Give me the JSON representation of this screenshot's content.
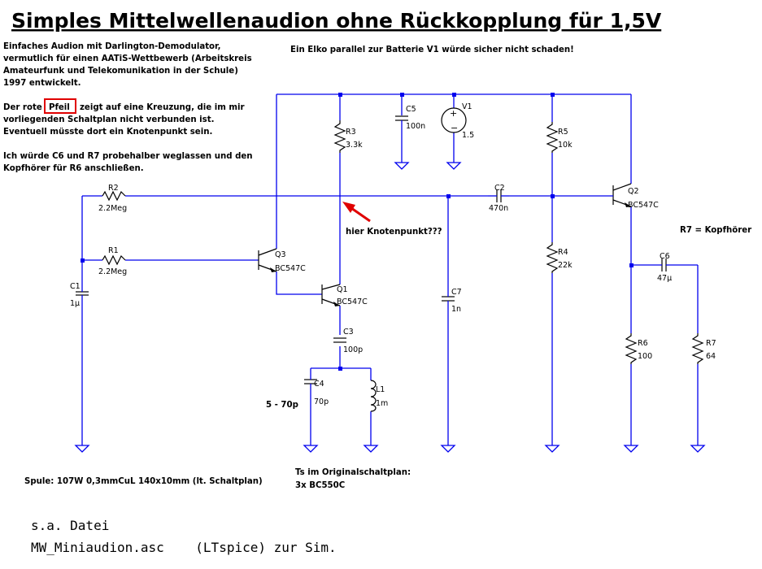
{
  "title": "Simples Mittelwellenaudion ohne Rückkopplung für 1,5V",
  "intro_lines": [
    "Einfaches Audion mit Darlington-Demodulator,",
    "vermutlich für einen AATiS-Wettbewerb (Arbeitskreis",
    "Amateurfunk und Telekomunikation in der Schule)",
    "1997 entwickelt."
  ],
  "arrow_note": {
    "before": "Der rote",
    "highlight": "Pfeil",
    "after": "zeigt auf eine Kreuzung, die im mir",
    "line2": "vorliegenden Schaltplan nicht verbunden ist.",
    "line3": "Eventuell müsste dort ein Knotenpunkt sein."
  },
  "suggestion_lines": [
    "Ich würde C6 und R7 probehalber weglassen und den",
    "Kopfhörer für R6 anschließen."
  ],
  "battery_note": "Ein Elko parallel zur Batterie V1 würde sicher nicht schaden!",
  "node_question": "hier Knotenpunkt???",
  "r7_note": "R7 = Kopfhörer",
  "cap_range_note": "5 - 70p",
  "coil_note": "Spule: 107W 0,3mmCuL 140x10mm (lt. Schaltplan)",
  "transistor_note": [
    "Ts im Originalschaltplan:",
    "3x BC550C"
  ],
  "file_note": [
    "s.a. Datei",
    "MW_Miniaudion.asc    (LTspice) zur Sim."
  ],
  "components": {
    "R2": {
      "name": "R2",
      "value": "2.2Meg"
    },
    "R1": {
      "name": "R1",
      "value": "2.2Meg"
    },
    "C1": {
      "name": "C1",
      "value": "1µ"
    },
    "Q3": {
      "name": "Q3",
      "value": "BC547C"
    },
    "R3": {
      "name": "R3",
      "value": "3.3k"
    },
    "Q1": {
      "name": "Q1",
      "value": "BC547C"
    },
    "C3": {
      "name": "C3",
      "value": "100p"
    },
    "C4": {
      "name": "C4",
      "value": "70p"
    },
    "L1": {
      "name": "L1",
      "value": "1m"
    },
    "C5": {
      "name": "C5",
      "value": "100n"
    },
    "V1": {
      "name": "V1",
      "value": "1.5"
    },
    "C7": {
      "name": "C7",
      "value": "1n"
    },
    "C2": {
      "name": "C2",
      "value": "470n"
    },
    "R5": {
      "name": "R5",
      "value": "10k"
    },
    "R4": {
      "name": "R4",
      "value": "22k"
    },
    "Q2": {
      "name": "Q2",
      "value": "BC547C"
    },
    "C6": {
      "name": "C6",
      "value": "47µ"
    },
    "R6": {
      "name": "R6",
      "value": "100"
    },
    "R7": {
      "name": "R7",
      "value": "64"
    }
  },
  "colors": {
    "wire": "#0000ee",
    "component": "#000000",
    "highlight": "#e00000",
    "background": "#ffffff"
  }
}
